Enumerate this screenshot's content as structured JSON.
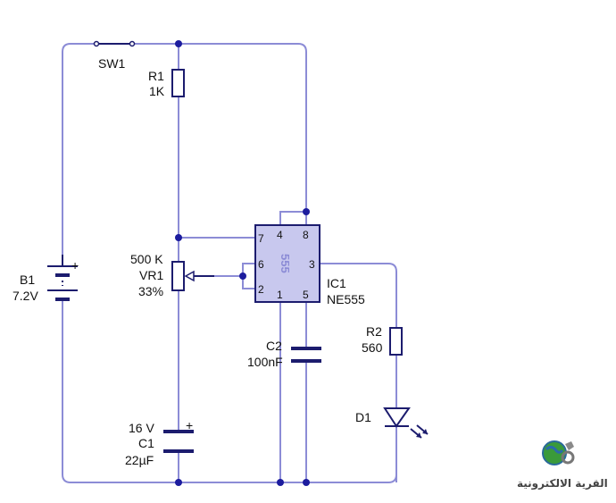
{
  "labels": {
    "sw1": "SW1",
    "r1_name": "R1",
    "r1_value": "1K",
    "b1_name": "B1",
    "b1_value": "7.2V",
    "vr1_value": "500 K",
    "vr1_name": "VR1",
    "vr1_percent": "33%",
    "ic1_name": "IC1",
    "ic1_part": "NE555",
    "ic_body_label": "555",
    "c2_name": "C2",
    "c2_value": "100nF",
    "r2_name": "R2",
    "r2_value": "560",
    "c1_voltage": "16 V",
    "c1_name": "C1",
    "c1_value": "22µF",
    "d1_name": "D1",
    "plus_sign": "+"
  },
  "ic_pins": {
    "p4": "4",
    "p8": "8",
    "p7": "7",
    "p6": "6",
    "p3": "3",
    "p2": "2",
    "p1": "1",
    "p5": "5"
  },
  "logo": {
    "text": "القرية الالكترونية",
    "icon": "globe-gear-icon"
  },
  "colors": {
    "wire": "#8c8cd6",
    "component": "#1c1c6e",
    "junction": "#1c1c9e",
    "ic_body": "#c8c8ee"
  }
}
